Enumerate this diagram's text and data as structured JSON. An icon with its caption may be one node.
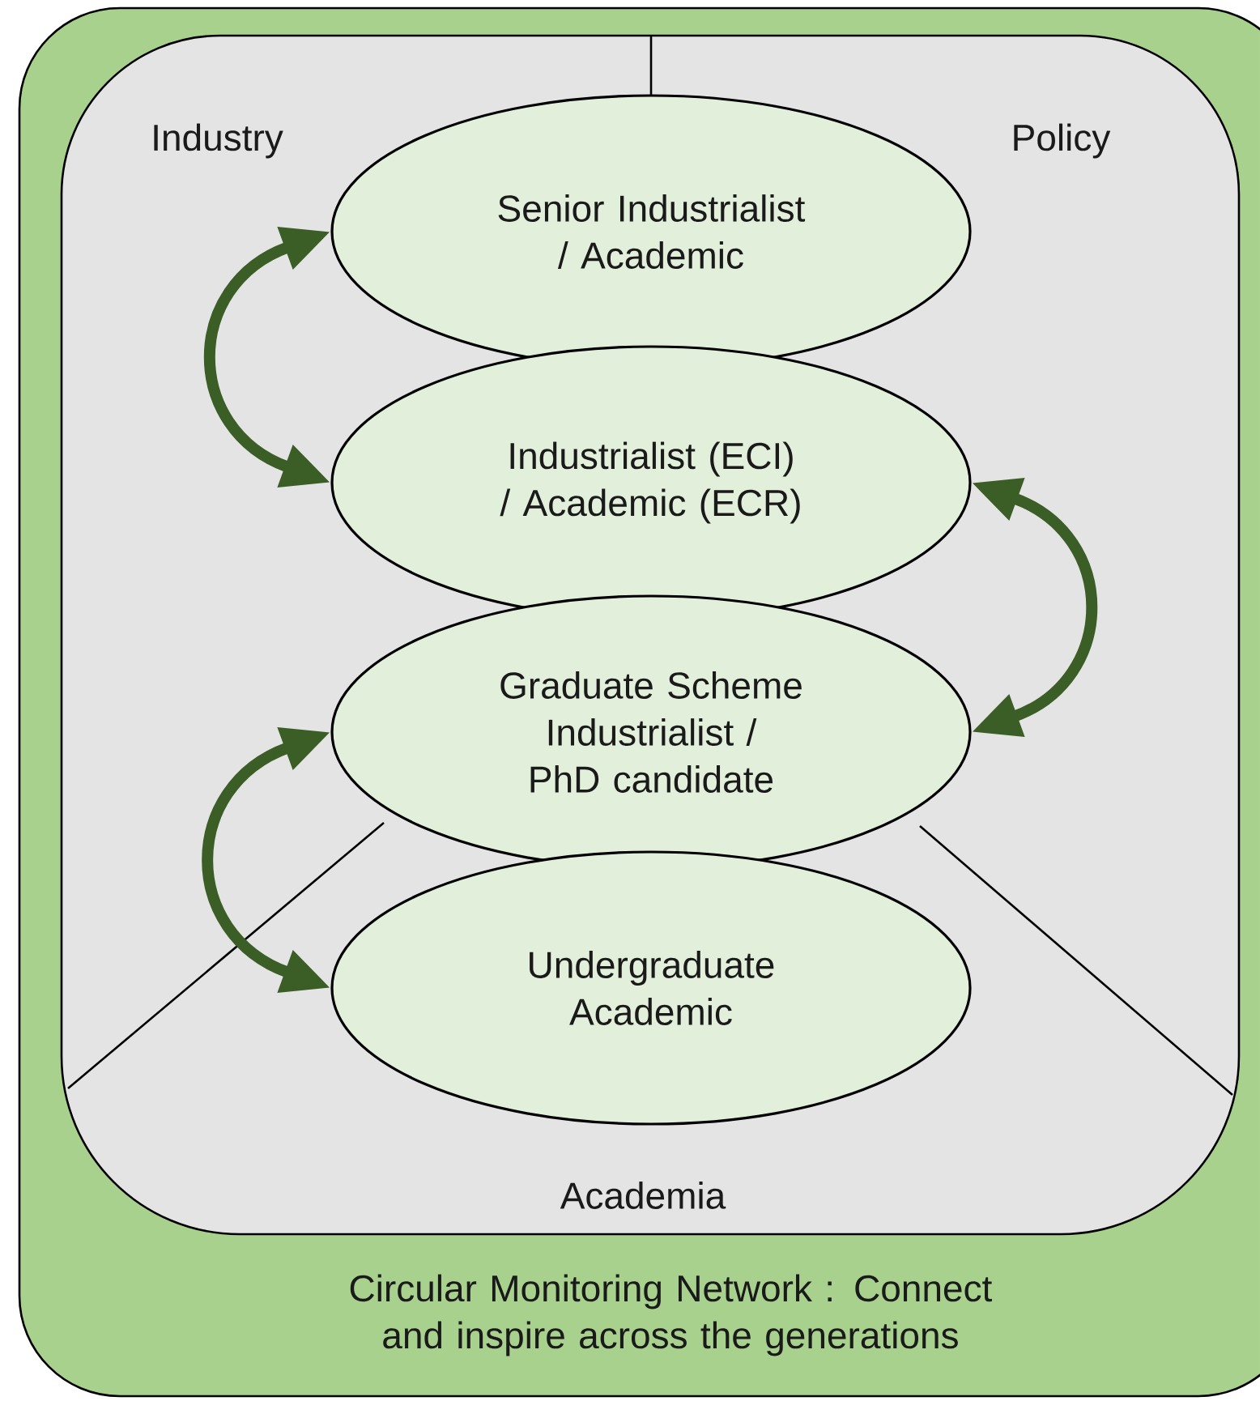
{
  "diagram": {
    "nodes": [
      {
        "text": [
          "Circular Monitoring Network : Connect and inspire across the generations"
        ]
      },
      {
        "text": [
          "Senior Industrialist / Academic"
        ],
        "in": 0
      },
      {
        "text": [
          "Industrialist (ECI) / Academic (ECR)"
        ],
        "in": 0
      },
      {
        "text": [
          "Graduate Scheme Industrialist / PhD candidate"
        ],
        "in": 0
      },
      {
        "text": [
          "Undergraduate Academic"
        ],
        "in": 0
      }
    ],
    "edges": [
      {
        "from": 1,
        "to": 2,
        "arrow": "both"
      },
      {
        "from": 2,
        "to": 3,
        "arrow": "both"
      },
      {
        "from": 3,
        "to": 4,
        "arrow": "both"
      }
    ],
    "labels": [
      "Industry",
      "Policy",
      "Academia"
    ]
  }
}
